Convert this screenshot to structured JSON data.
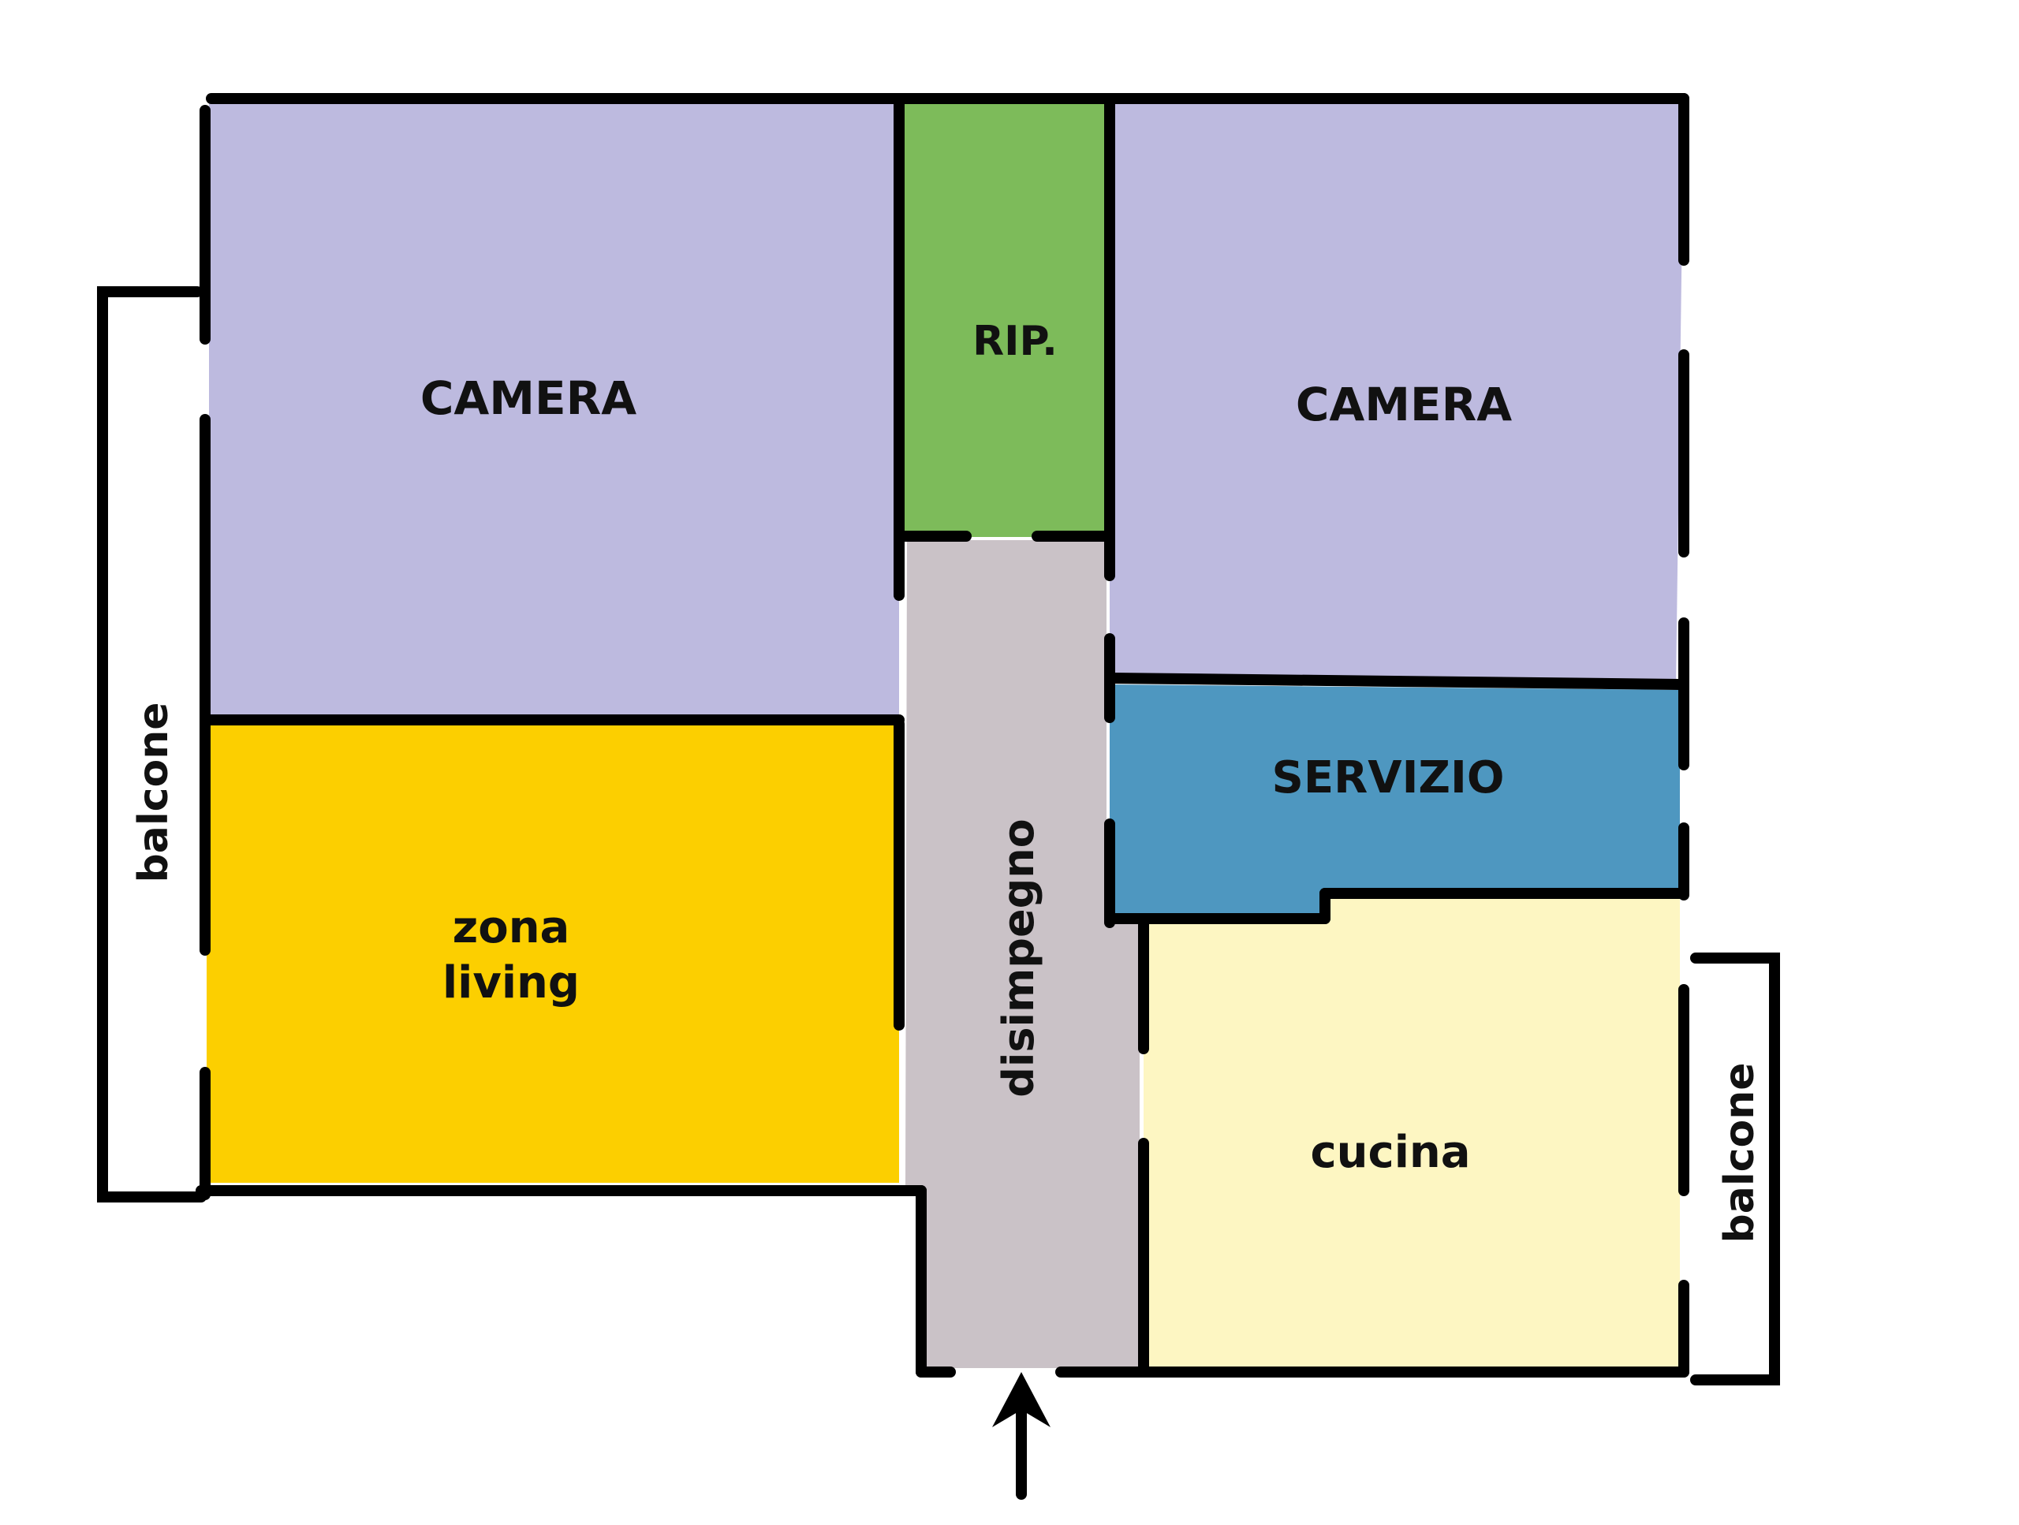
{
  "rooms": {
    "camera_left": {
      "label": "CAMERA",
      "color": "#bdbadf"
    },
    "ripostiglio": {
      "label": "RIP.",
      "color": "#7dbb5a"
    },
    "camera_right": {
      "label": "CAMERA",
      "color": "#bdbadf"
    },
    "zona_living": {
      "label_line1": "zona",
      "label_line2": "living",
      "color": "#fccf00"
    },
    "disimpegno": {
      "label": "disimpegno",
      "color": "#cac2c7"
    },
    "servizio": {
      "label": "SERVIZIO",
      "color": "#4e97c0"
    },
    "cucina": {
      "label": "cucina",
      "color": "#fdf6c2"
    },
    "balcone_left": {
      "label": "balcone"
    },
    "balcone_right": {
      "label": "balcone"
    }
  },
  "entrance": {
    "icon": "arrow-up-icon"
  }
}
